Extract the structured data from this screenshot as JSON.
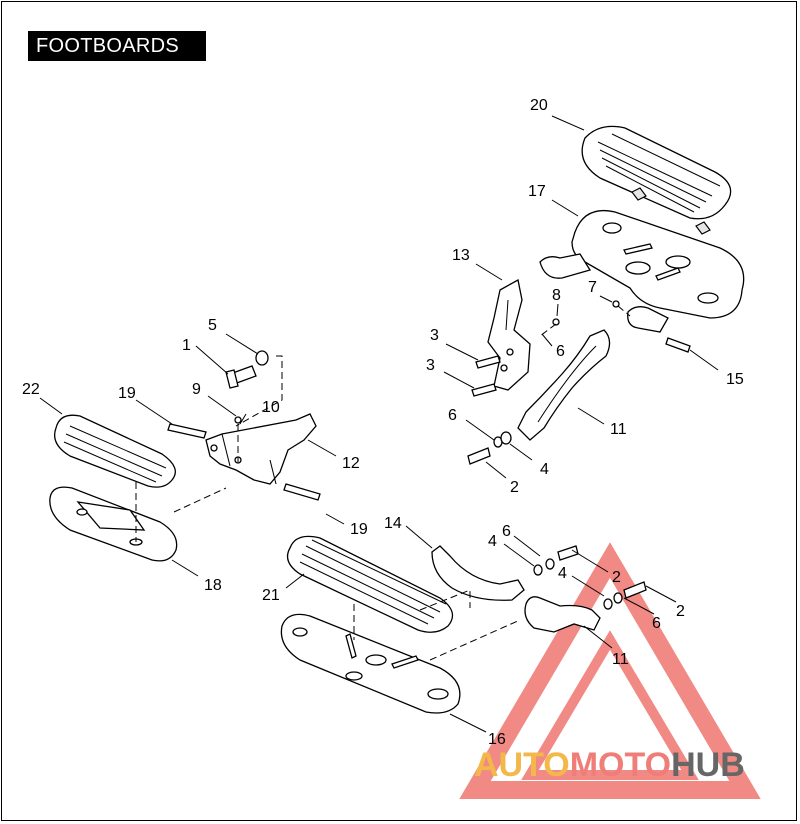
{
  "title": "FOOTBOARDS",
  "callouts": [
    "20",
    "17",
    "13",
    "8",
    "7",
    "3",
    "6",
    "3",
    "1",
    "5",
    "9",
    "10",
    "22",
    "19",
    "12",
    "15",
    "11",
    "6",
    "4",
    "2",
    "14",
    "6",
    "4",
    "2",
    "4",
    "19",
    "18",
    "21",
    "6",
    "2",
    "11",
    "16"
  ],
  "watermark": {
    "part1": "AUTO",
    "part2": "MOTO",
    "part3": "HUB",
    "color_main": "#f07e78",
    "color_accent": "#f4b84a",
    "color_dark": "#666666"
  }
}
